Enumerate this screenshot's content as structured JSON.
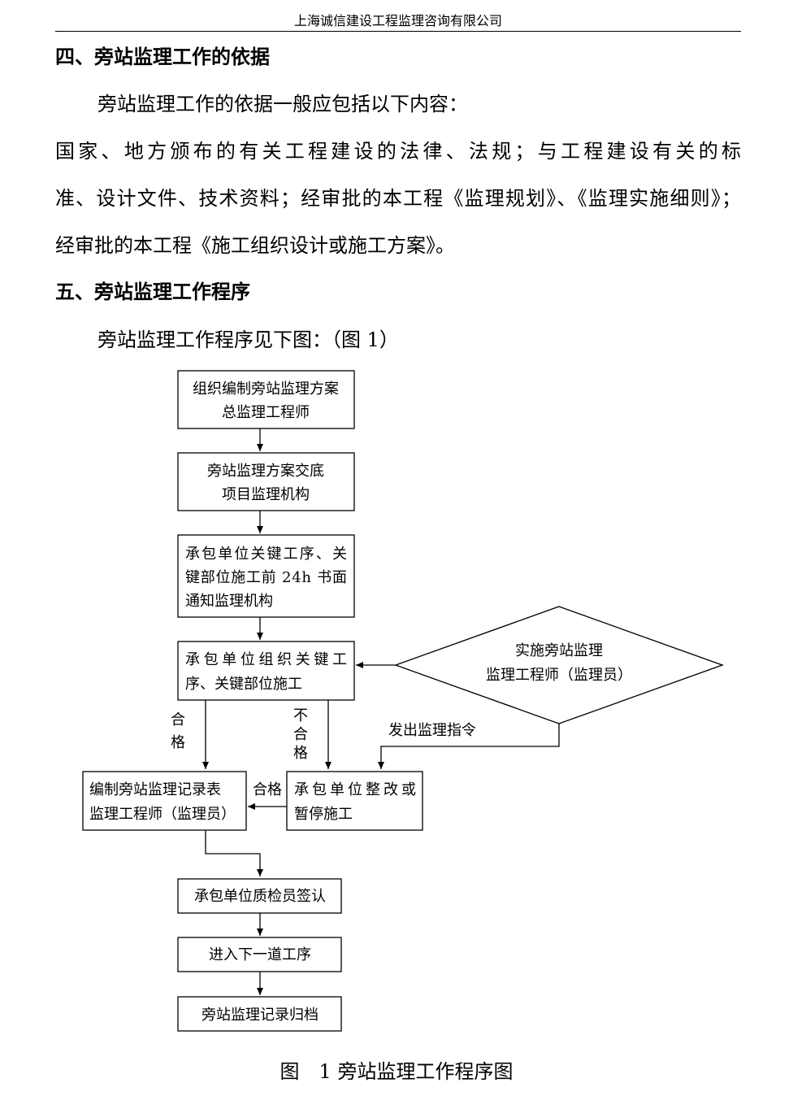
{
  "header": {
    "company": "上海诚信建设工程监理咨询有限公司"
  },
  "section4": {
    "heading": "四、旁站监理工作的依据",
    "intro": "旁站监理工作的依据一般应包括以下内容：",
    "line1": "国家、地方颁布的有关工程建设的法律、法规；与工程建设有关的标",
    "line2": "准、设计文件、技术资料；经审批的本工程《监理规划》、《监理实施细则》；",
    "line3": "经审批的本工程《施工组织设计或施工方案》。"
  },
  "section5": {
    "heading": "五、旁站监理工作程序",
    "intro": "旁站监理工作程序见下图：（图 1）"
  },
  "flowchart": {
    "box1": {
      "line1": "组织编制旁站监理方案",
      "line2": "总监理工程师"
    },
    "box2": {
      "line1": "旁站监理方案交底",
      "line2": "项目监理机构"
    },
    "box3": {
      "line1": "承包单位关键工序、关",
      "line2": "键部位施工前 24h 书面",
      "line3": "通知监理机构"
    },
    "box4": {
      "line1": "承包单位组织关键工",
      "line2": "序、关键部位施工"
    },
    "diamond": {
      "line1": "实施旁站监理",
      "line2": "监理工程师（监理员）"
    },
    "label_instruction": "发出监理指令",
    "label_pass_1": "合",
    "label_pass_2": "格",
    "label_fail_1": "不",
    "label_fail_2": "合",
    "label_fail_3": "格",
    "label_pass_h": "合格",
    "box5": {
      "line1": "编制旁站监理记录表",
      "line2": "监理工程师（监理员）"
    },
    "box6": {
      "line1": "承包单位整改或",
      "line2": "暂停施工"
    },
    "box7": {
      "line1": "承包单位质检员签认"
    },
    "box8": {
      "line1": "进入下一道工序"
    },
    "box9": {
      "line1": "旁站监理记录归档"
    }
  },
  "caption": "图　1 旁站监理工作程序图"
}
